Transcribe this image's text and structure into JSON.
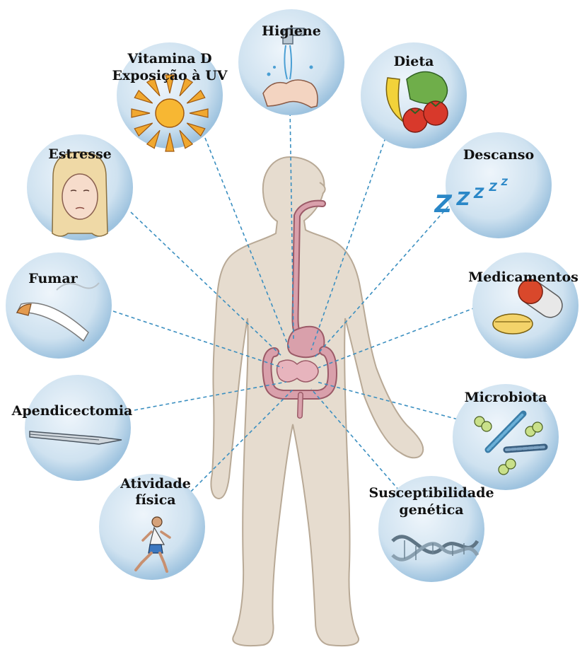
{
  "factors": {
    "higiene": "Higiene",
    "vitamina_d_line1": "Vitamina D",
    "vitamina_d_line2": "Exposição à UV",
    "dieta": "Dieta",
    "estresse": "Estresse",
    "descanso": "Descanso",
    "fumar": "Fumar",
    "medicamentos": "Medicamentos",
    "apendicectomia": "Apendicectomia",
    "microbiota": "Microbiota",
    "atividade_line1": "Atividade",
    "atividade_line2": "física",
    "genetica_line1": "Susceptibilidade",
    "genetica_line2": "genética"
  },
  "colors": {
    "circle_light": "#e6f0f8",
    "circle_dark": "#9ec3df",
    "body_fill": "#e6dccf",
    "body_stroke": "#b8a996",
    "gut_fill": "#d9a0ab",
    "gut_stroke": "#9b5a67",
    "connector": "#3b8fc0"
  }
}
